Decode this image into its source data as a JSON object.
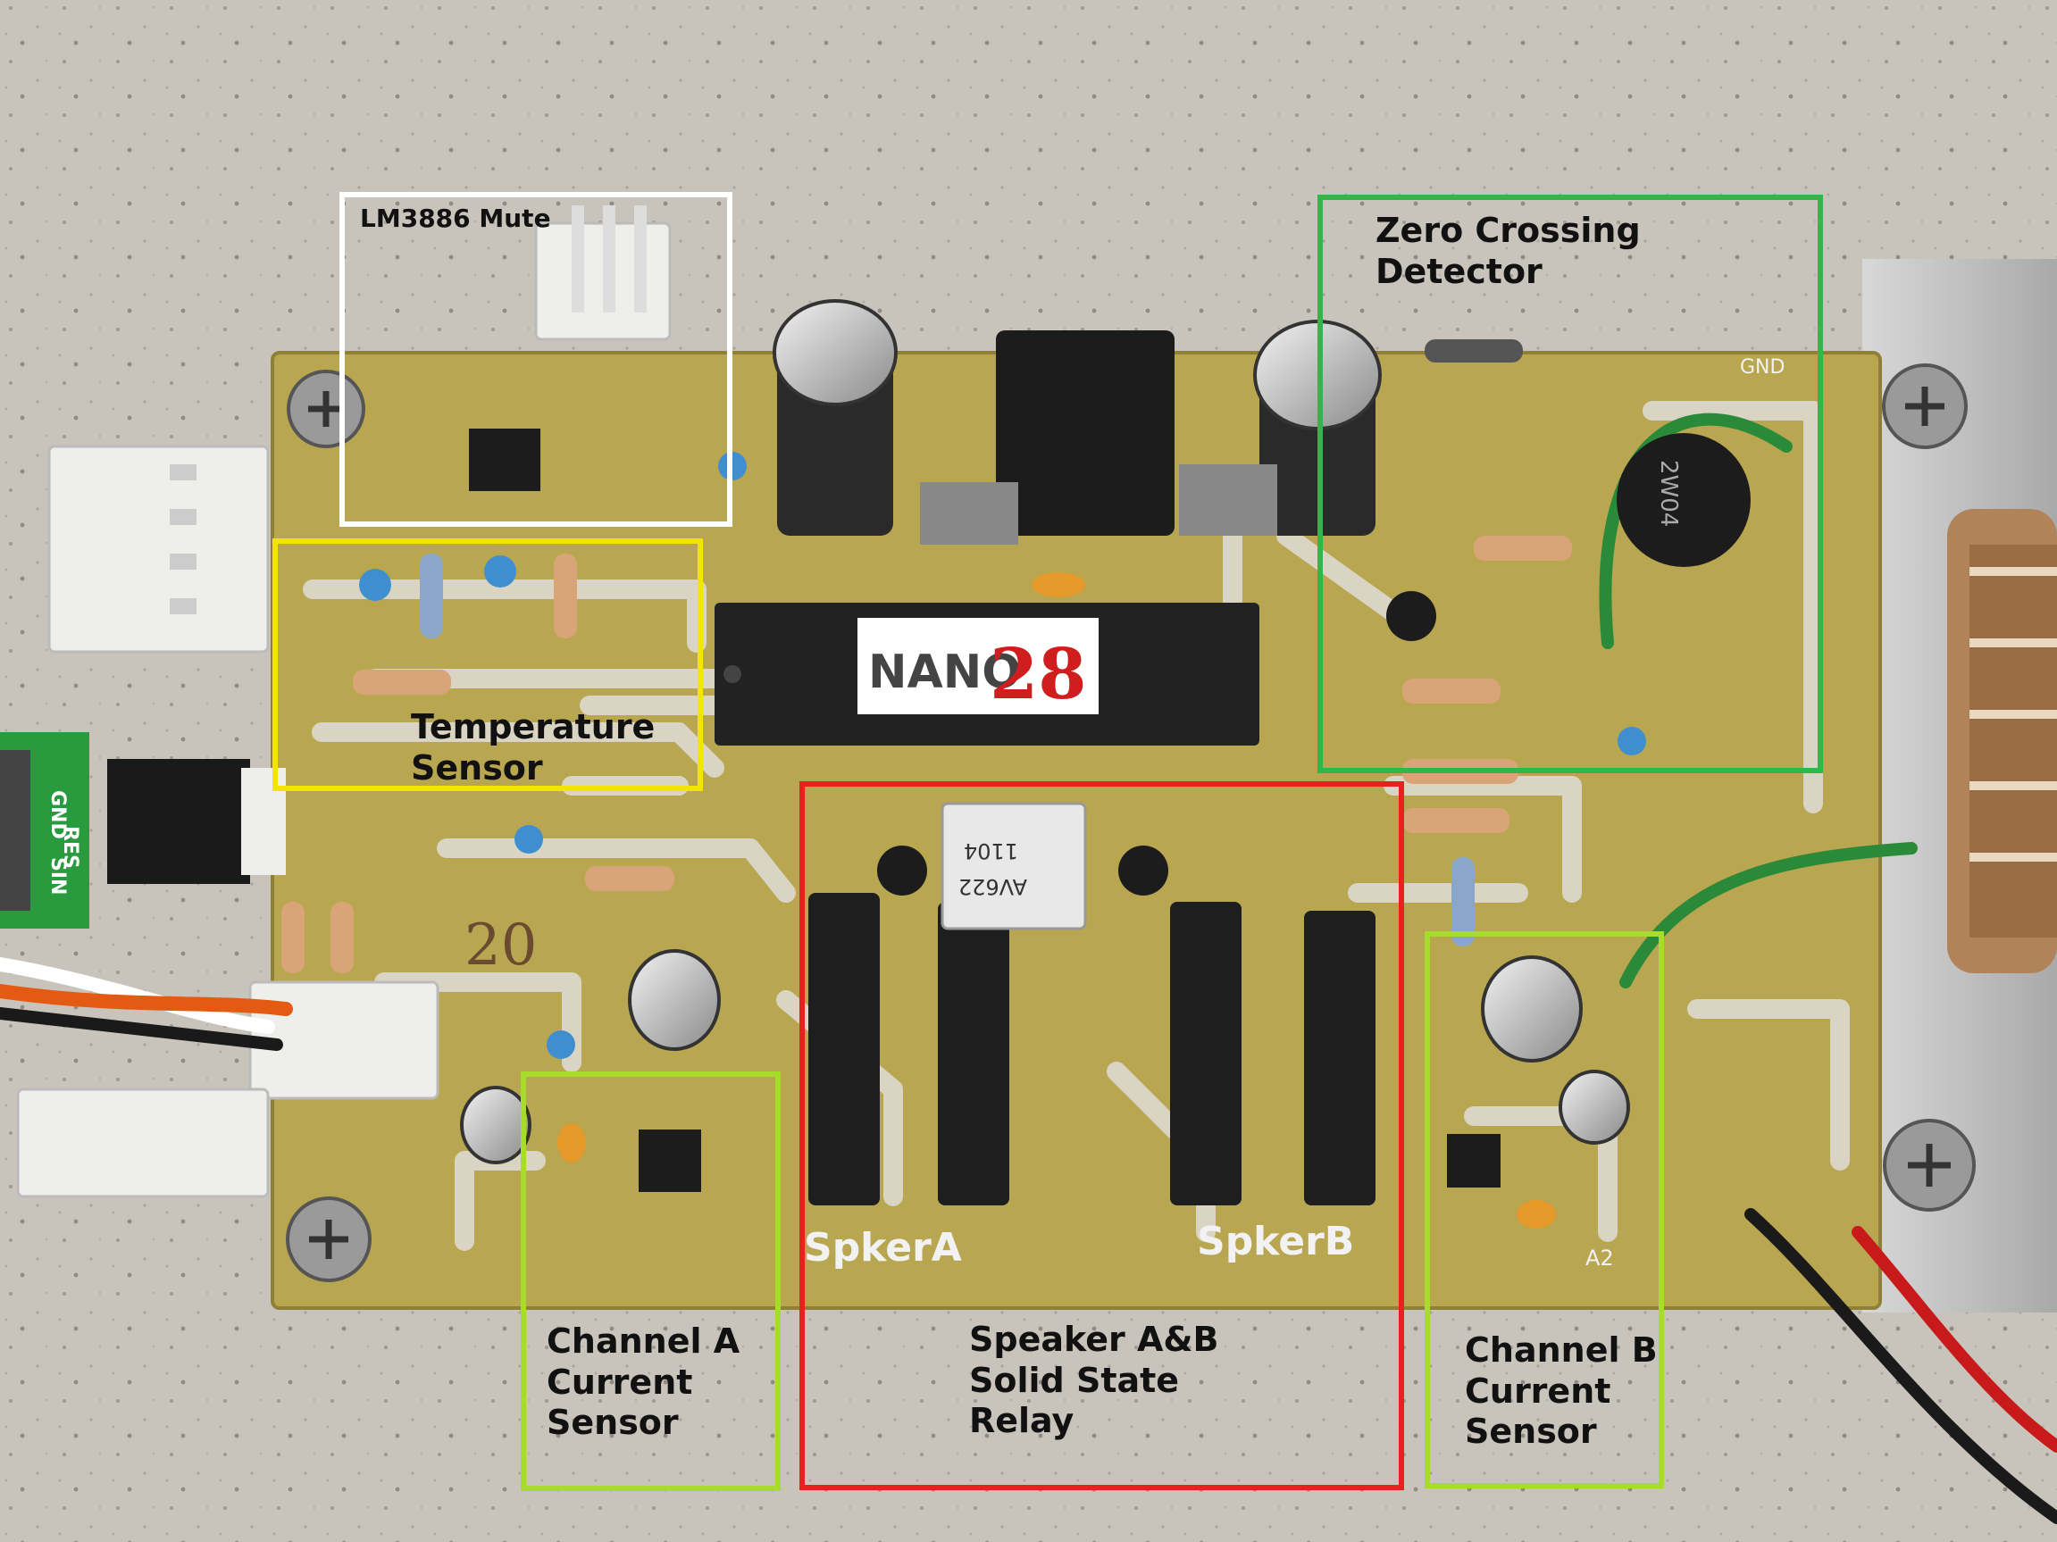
{
  "colors": {
    "white_box": "#ffffff",
    "yellow_box": "#f2e600",
    "green_box": "#2fb84a",
    "red_box": "#e8211f",
    "lime_box": "#a8dc2a",
    "pcb": "#b8a650",
    "copper_trace": "#d9d4c4"
  },
  "callouts": {
    "lm3886_mute": "LM3886 Mute",
    "temperature_sensor": "Temperature\nSensor",
    "zero_crossing": "Zero Crossing\nDetector",
    "speaker_relay": "Speaker A&B\nSolid State\nRelay",
    "channel_a": "Channel A\nCurrent\nSensor",
    "channel_b": "Channel B\nCurrent\nSensor"
  },
  "board_text": {
    "chip_prefix": "NANO",
    "chip_suffix": "28",
    "spker_a": "SpkerA",
    "spker_b": "SpkerB",
    "handwritten": "20",
    "gnd": "GND",
    "a2": "A2",
    "bridge_marking": "2W04",
    "optocoupler_line1": "1104",
    "optocoupler_line2": "AV622",
    "header_pins": [
      "GND",
      "RES",
      "SIN"
    ]
  }
}
